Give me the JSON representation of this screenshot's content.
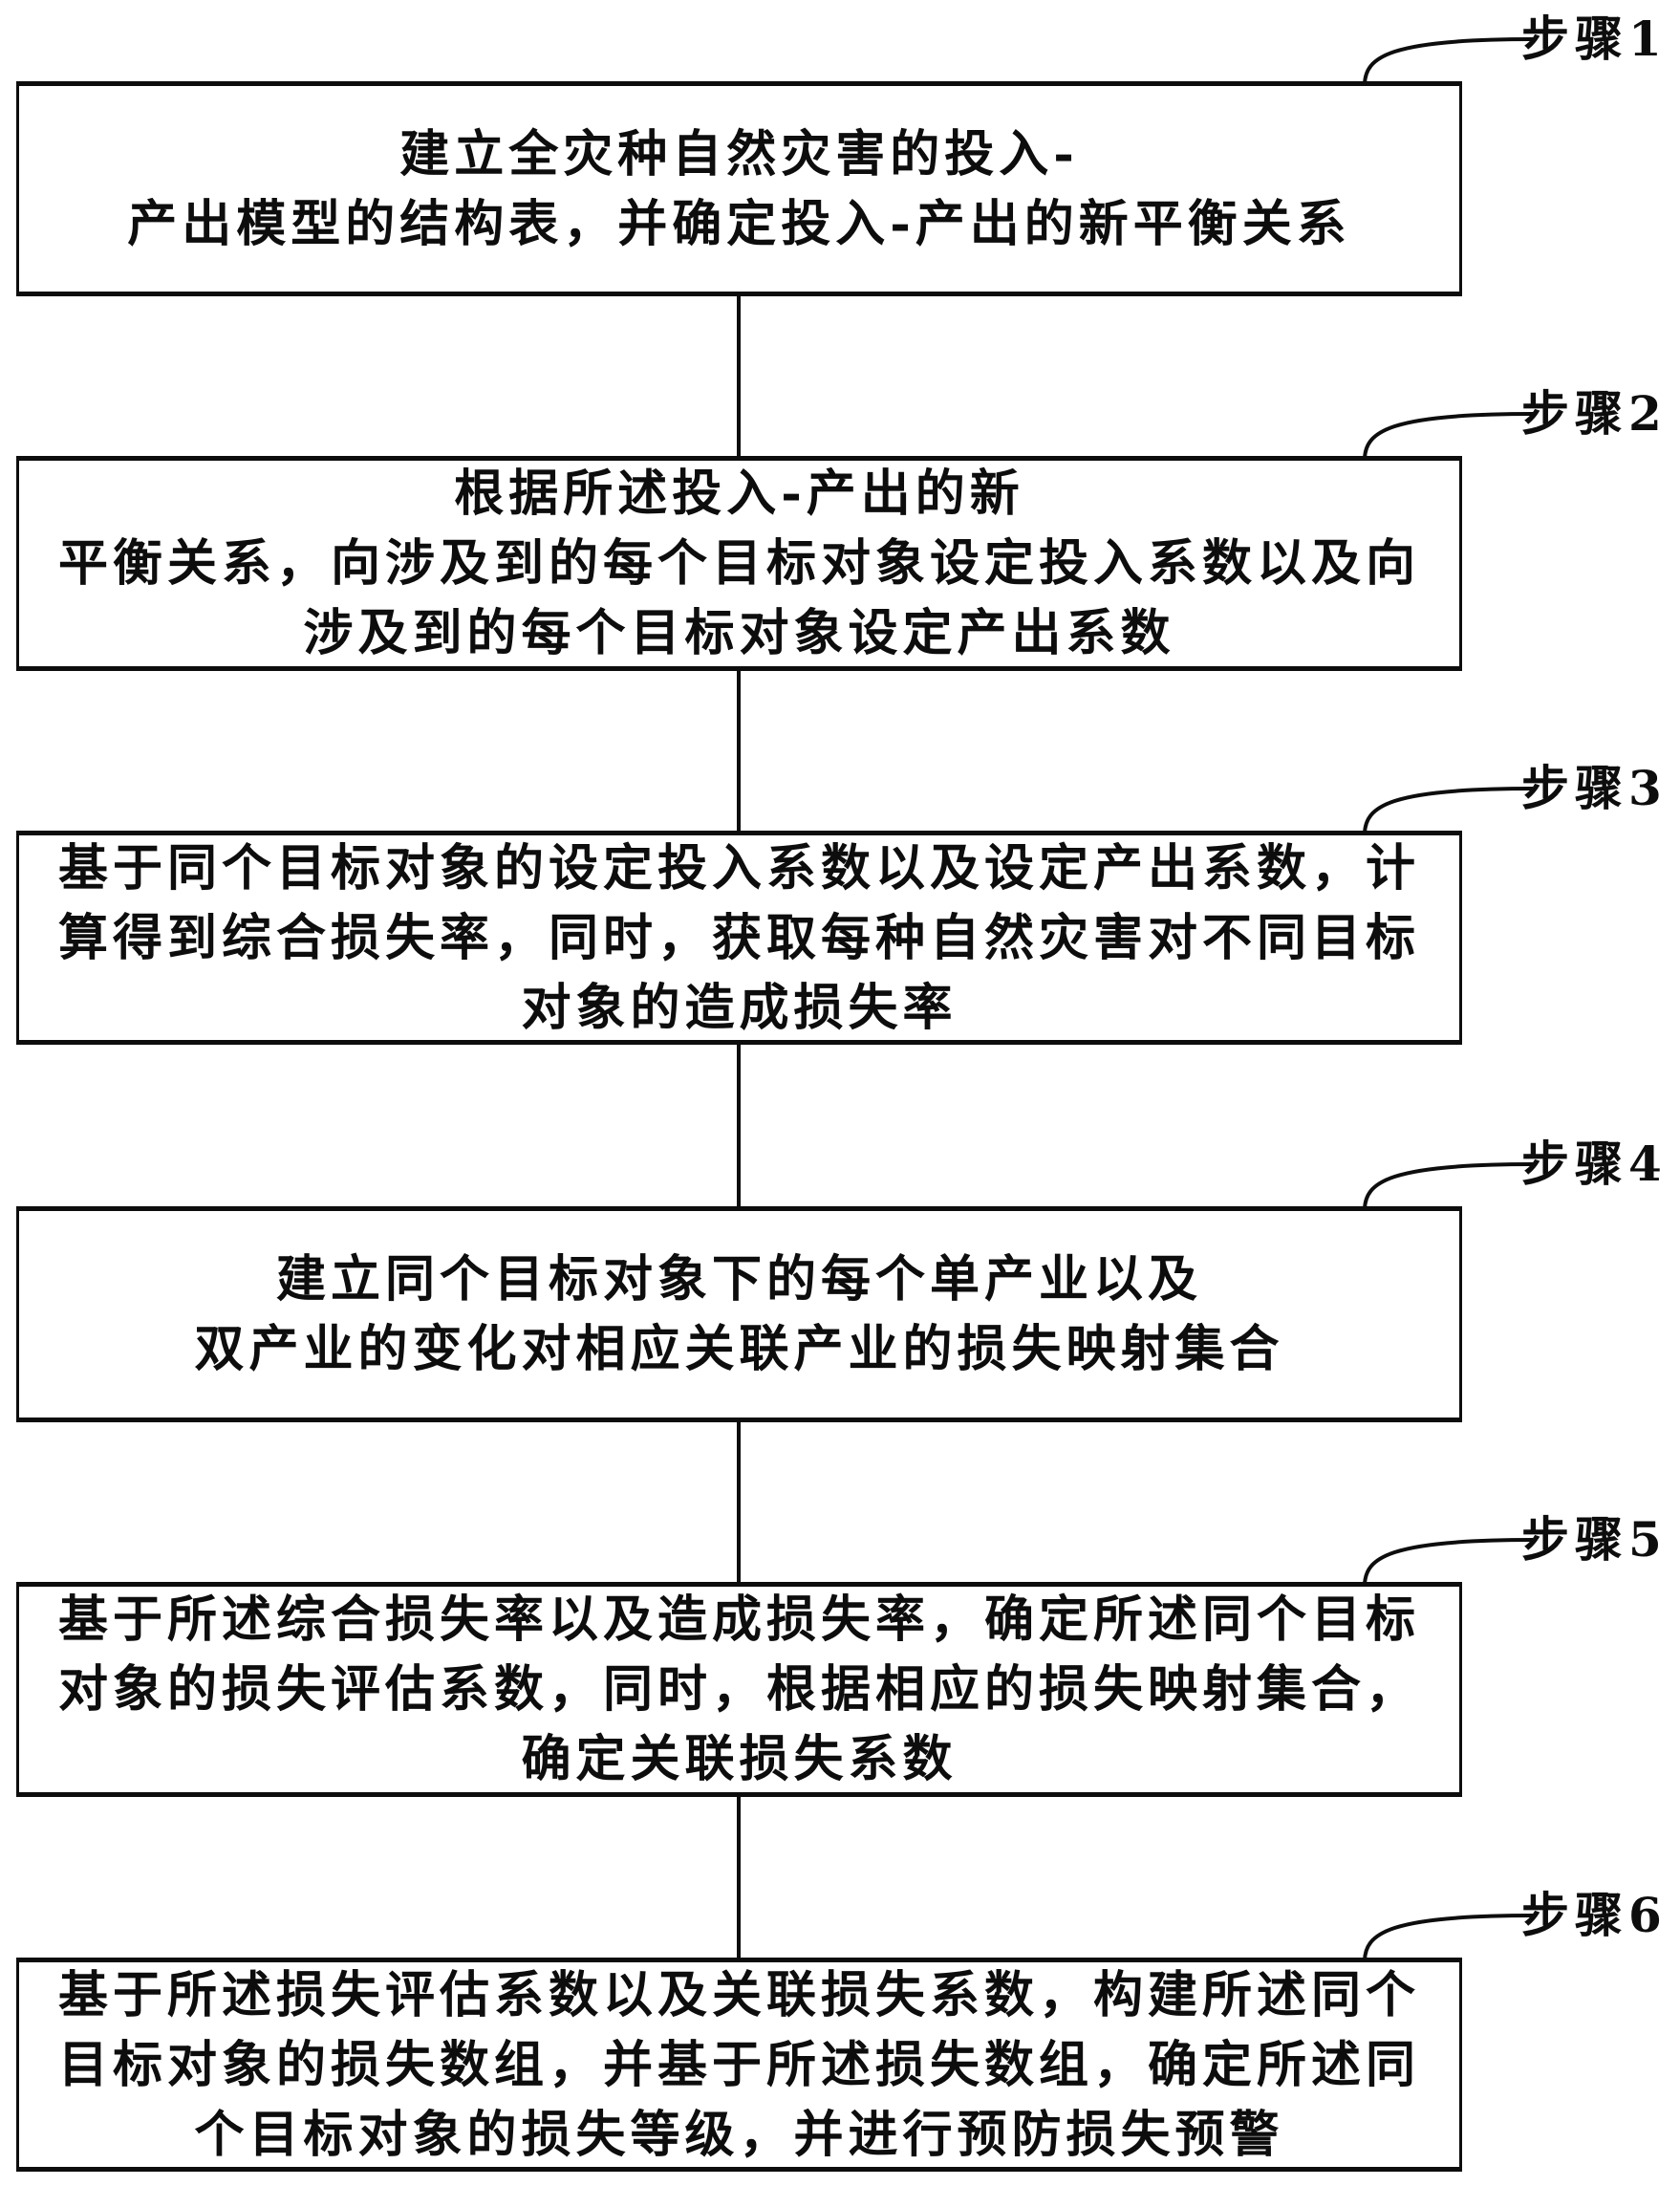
{
  "figure": {
    "type": "flowchart",
    "direction": "top-to-bottom",
    "steps": [
      {
        "label": "步骤1",
        "lines": [
          "建立全灾种自然灾害的投入-",
          "产出模型的结构表，并确定投入-产出的新平衡关系"
        ]
      },
      {
        "label": "步骤2",
        "lines": [
          "根据所述投入-产出的新",
          "平衡关系，向涉及到的每个目标对象设定投入系数以及向",
          "涉及到的每个目标对象设定产出系数"
        ]
      },
      {
        "label": "步骤3",
        "lines": [
          "基于同个目标对象的设定投入系数以及设定产出系数，计",
          "算得到综合损失率，同时，获取每种自然灾害对不同目标",
          "对象的造成损失率"
        ]
      },
      {
        "label": "步骤4",
        "lines": [
          "建立同个目标对象下的每个单产业以及",
          "双产业的变化对相应关联产业的损失映射集合"
        ]
      },
      {
        "label": "步骤5",
        "lines": [
          "基于所述综合损失率以及造成损失率，确定所述同个目标",
          "对象的损失评估系数，同时，根据相应的损失映射集合，",
          "确定关联损失系数"
        ]
      },
      {
        "label": "步骤6",
        "lines": [
          "基于所述损失评估系数以及关联损失系数，构建所述同个",
          "目标对象的损失数组，并基于所述损失数组，确定所述同",
          "个目标对象的损失等级，并进行预防损失预警"
        ]
      }
    ],
    "colors": {
      "ink": "#0d0d0d",
      "background": "#ffffff"
    }
  }
}
